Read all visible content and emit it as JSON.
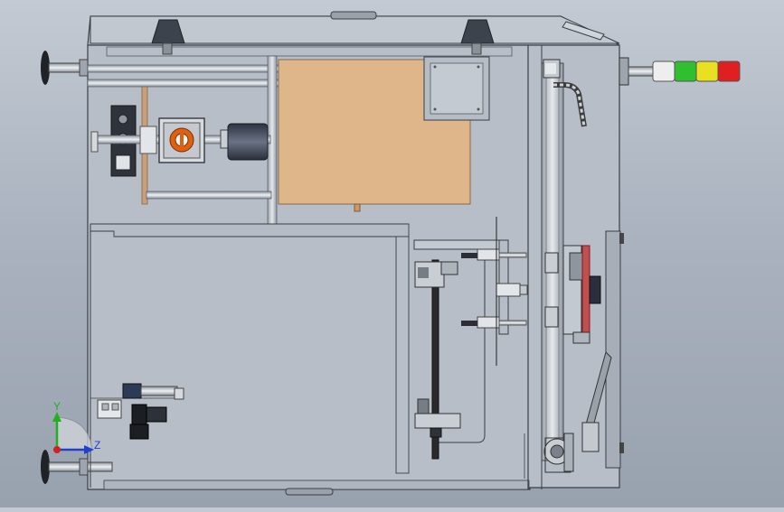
{
  "viewport": {
    "background_top": "#c3cad3",
    "background_bottom": "#98a1ae"
  },
  "triad": {
    "y_label": "Y",
    "z_label": "Z",
    "y_color": "#20b020",
    "z_color": "#2040d0",
    "x_color": "#d02020"
  },
  "signal_tower": {
    "segments": [
      "white",
      "green",
      "yellow",
      "red"
    ],
    "colors": {
      "white": "#eeeeee",
      "green": "#2fbf2f",
      "yellow": "#e8e020",
      "red": "#e02020"
    }
  },
  "colors": {
    "enclosure_fill": "#b9c0c9",
    "frame_edge": "#3a3f47",
    "mounting_plate": "#dfb58a",
    "switch_knob": "#e06010",
    "motor_body": "#4a5060",
    "rail": "#d8dde3",
    "leadscrew": "#303030",
    "door_panel": "#a7aeb8",
    "accent_red": "#d03030"
  }
}
